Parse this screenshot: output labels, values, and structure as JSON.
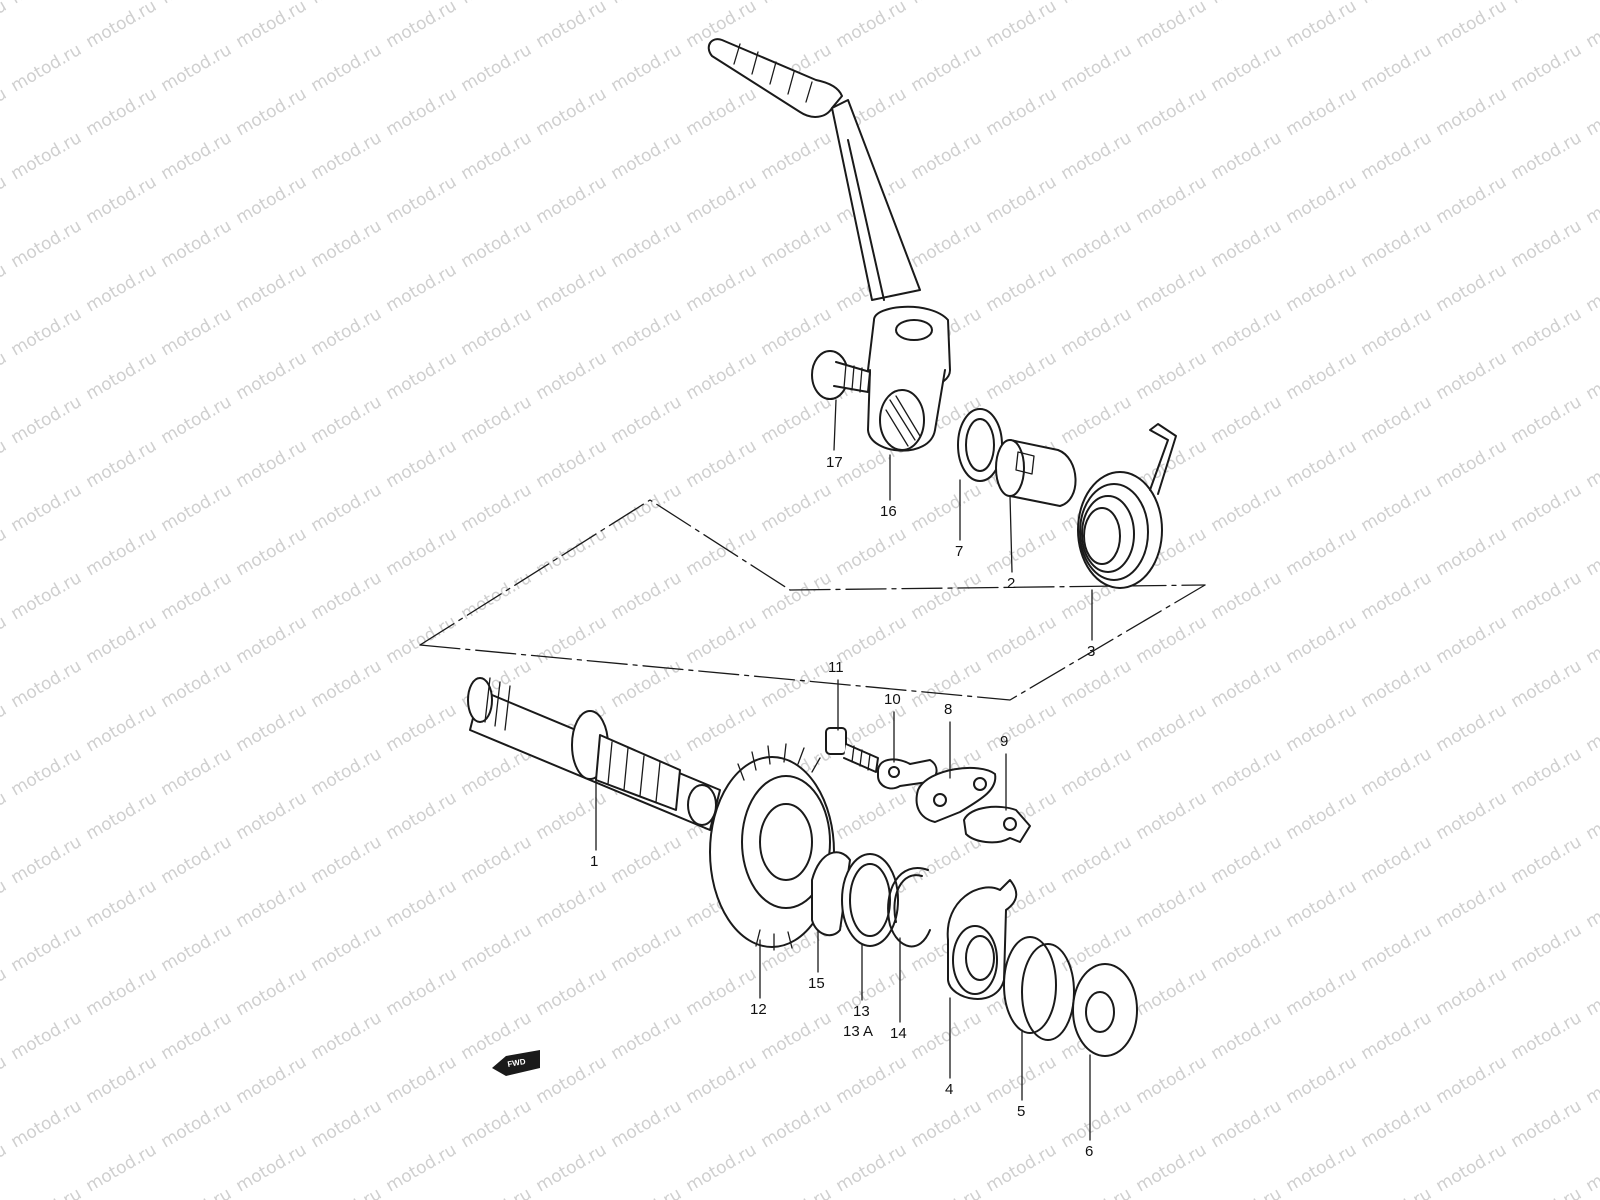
{
  "watermark": "motod.ru",
  "fwd_label": "FWD",
  "callouts": [
    {
      "id": "c1",
      "label": "1"
    },
    {
      "id": "c2",
      "label": "2"
    },
    {
      "id": "c3",
      "label": "3"
    },
    {
      "id": "c4",
      "label": "4"
    },
    {
      "id": "c5",
      "label": "5"
    },
    {
      "id": "c6",
      "label": "6"
    },
    {
      "id": "c7",
      "label": "7"
    },
    {
      "id": "c8",
      "label": "8"
    },
    {
      "id": "c9",
      "label": "9"
    },
    {
      "id": "c10",
      "label": "10"
    },
    {
      "id": "c11",
      "label": "11"
    },
    {
      "id": "c12",
      "label": "12"
    },
    {
      "id": "c13",
      "label": "13"
    },
    {
      "id": "c13a",
      "label": "13 A"
    },
    {
      "id": "c14",
      "label": "14"
    },
    {
      "id": "c15",
      "label": "15"
    },
    {
      "id": "c16",
      "label": "16"
    },
    {
      "id": "c17",
      "label": "17"
    }
  ],
  "colors": {
    "line": "#1a1a1a",
    "watermark": "#cfcfcf",
    "background": "#ffffff"
  }
}
